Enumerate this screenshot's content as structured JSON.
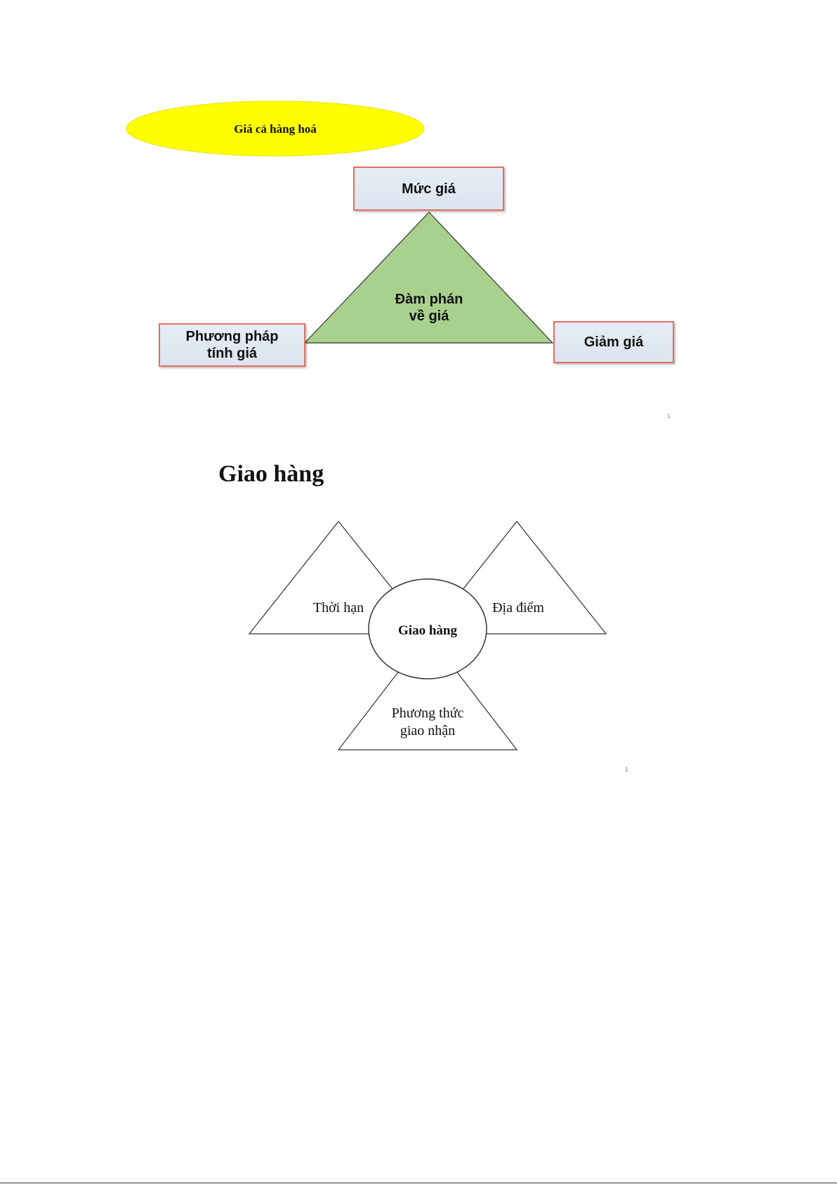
{
  "price_diagram": {
    "ellipse_label": "Giá cả hàng hoá",
    "top_box": "Mức giá",
    "center_label": [
      "Đàm phán",
      "về giá"
    ],
    "left_box": [
      "Phương pháp",
      "tính giá"
    ],
    "right_box": "Giảm giá",
    "page_number": "1",
    "colors": {
      "ellipse": "#ffff00",
      "triangle": "#a9d18e",
      "box_border": "#e0705e",
      "box_fill": "#e2e9f3"
    }
  },
  "delivery_diagram": {
    "heading": "Giao hàng",
    "center_label": "Giao hàng",
    "left_triangle": "Thời hạn",
    "right_triangle": "Địa điểm",
    "bottom_triangle": [
      "Phương thức",
      "giao nhận"
    ],
    "page_number": "1"
  }
}
